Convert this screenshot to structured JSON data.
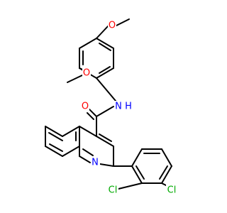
{
  "molecule": {
    "atom_labels": {
      "o_top": "O",
      "o_left": "O",
      "n_amide": "N",
      "h_amide": "H",
      "o_carbonyl": "O",
      "n_ring": "N",
      "cl_left": "Cl",
      "cl_right": "Cl"
    },
    "colors": {
      "bond": "#000000",
      "oxygen": "#ff0000",
      "nitrogen": "#0000ff",
      "chlorine": "#00aa00"
    }
  }
}
